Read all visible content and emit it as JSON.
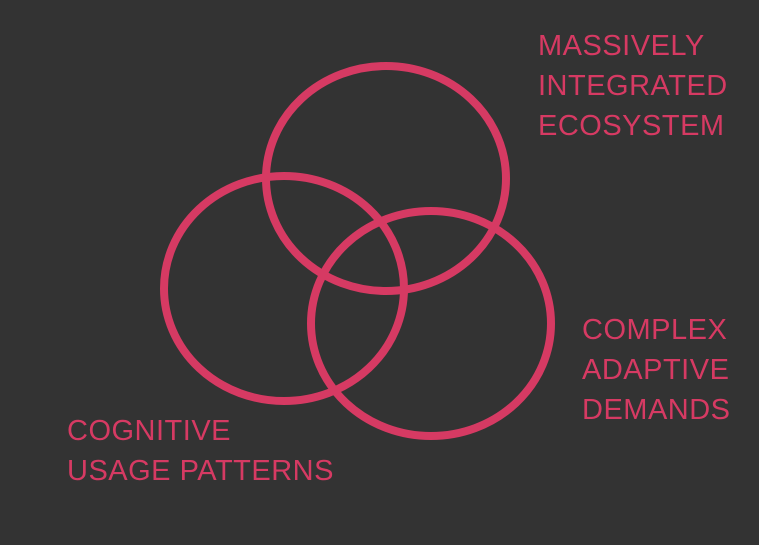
{
  "diagram": {
    "type": "venn",
    "background_color": "#333333",
    "accent_color": "#d63a63",
    "sets": [
      {
        "id": "top",
        "label": "MASSIVELY INTEGRATED ECOSYSTEM",
        "lines": {
          "0": "MASSIVELY",
          "1": "INTEGRATED",
          "2": "ECOSYSTEM"
        }
      },
      {
        "id": "right",
        "label": "COMPLEX ADAPTIVE DEMANDS",
        "lines": {
          "0": "COMPLEX",
          "1": "ADAPTIVE",
          "2": "DEMANDS"
        }
      },
      {
        "id": "bottom-left",
        "label": "COGNITIVE USAGE PATTERNS",
        "lines": {
          "0": "COGNITIVE",
          "1": "USAGE PATTERNS"
        }
      }
    ]
  }
}
